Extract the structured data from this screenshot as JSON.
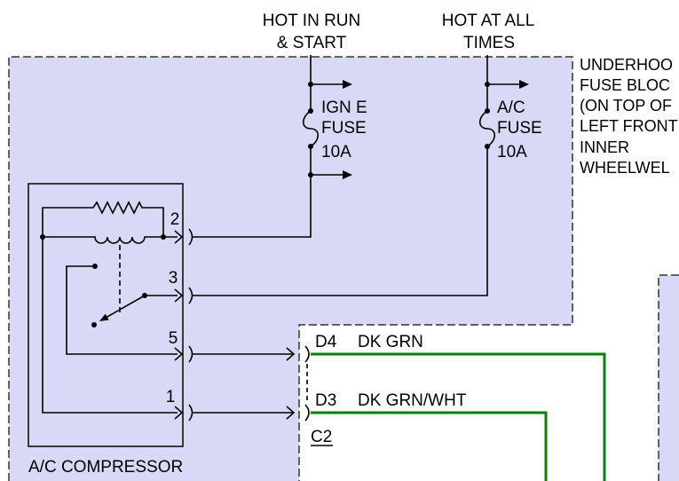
{
  "power_sources": [
    {
      "lines": [
        "HOT IN RUN",
        "& START"
      ]
    },
    {
      "lines": [
        "HOT AT ALL",
        "TIMES"
      ]
    }
  ],
  "fuse_block": {
    "label_lines": [
      "UNDERHOO",
      "FUSE BLOC",
      "(ON TOP OF",
      "LEFT FRONT",
      "INNER",
      "WHEELWEL"
    ]
  },
  "fuses": [
    {
      "label_lines": [
        "IGN E",
        "FUSE"
      ],
      "rating": "10A"
    },
    {
      "label_lines": [
        "A/C",
        "FUSE"
      ],
      "rating": "10A"
    }
  ],
  "compressor": {
    "label": "A/C COMPRESSOR",
    "pins": [
      "2",
      "3",
      "5",
      "1"
    ]
  },
  "connector": {
    "label": "C2",
    "circuits": [
      {
        "cavity": "D4",
        "wire_color": "DK GRN"
      },
      {
        "cavity": "D3",
        "wire_color": "DK GRN/WHT"
      }
    ]
  },
  "colors": {
    "fuse_block_fill": "#d8d8f7",
    "wire_green": "#0b7d0b",
    "line": "#000000"
  }
}
